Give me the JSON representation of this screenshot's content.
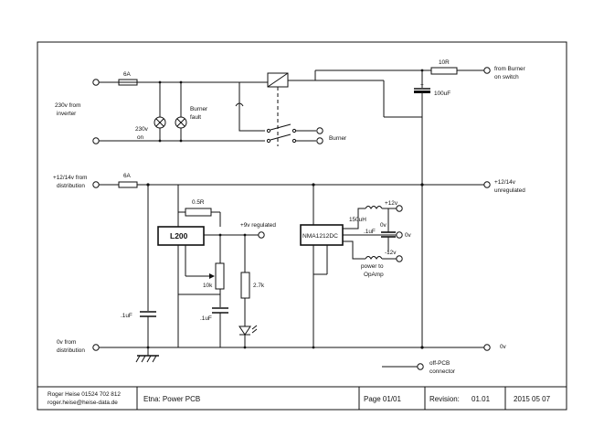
{
  "labels": {
    "in_230_line1": "230v from",
    "in_230_line2": "inverter",
    "fuse_6a_top": "6A",
    "fuse_6a_mid": "6A",
    "lamp_230_line1": "230v",
    "lamp_230_line2": "on",
    "lamp_fault_line1": "Burner",
    "lamp_fault_line2": "fault",
    "burner": "Burner",
    "res_10r": "10R",
    "from_burner_line1": "from Burner",
    "from_burner_line2": "on switch",
    "cap_100uf": "100uF",
    "in_12_line1": "+12/14v from",
    "in_12_line2": "distribution",
    "out_12_line1": "+12/14v",
    "out_12_line2": "unregulated",
    "res_05r": "0.5R",
    "l200": "L200",
    "out_9v": "+9v regulated",
    "pot_10k": "10k",
    "res_27k": "2.7k",
    "cap_1uf_a": ".1uF",
    "cap_1uf_b": ".1uF",
    "cap_1uf_c": ".1uF",
    "nma": "NMA1212DC",
    "ind_150uh": "150uH",
    "p12v": "+12v",
    "zero_v_a": "0v",
    "zero_v_b": "0v",
    "m12v": "-12v",
    "opamp_line1": "power to",
    "opamp_line2": "OpAmp",
    "in_0v_line1": "0v from",
    "in_0v_line2": "distribution",
    "out_0v": "0v",
    "legend_line1": "off-PCB",
    "legend_line2": "connector"
  },
  "title_block": {
    "author": "Roger Heise  01524 702 812",
    "email": "roger.heise@heise-data.de",
    "project": "Etna: Power PCB",
    "page": "Page 01/01",
    "revision_label": "Revision:",
    "revision": "01.01",
    "date": "2015 05 07"
  }
}
